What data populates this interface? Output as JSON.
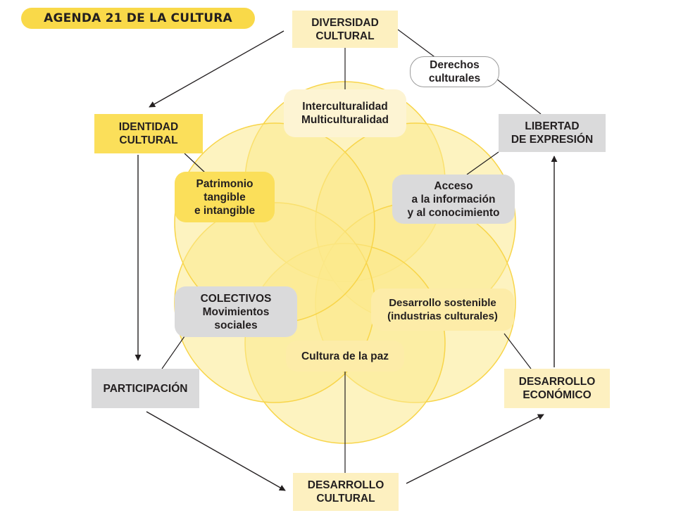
{
  "title": "AGENDA 21 DE LA CULTURA",
  "nodes": {
    "diversidad": "DIVERSIDAD\nCULTURAL",
    "identidad": "IDENTIDAD\nCULTURAL",
    "libertad": "LIBERTAD\nDE EXPRESIÓN",
    "participacion": "PARTICIPACIÓN",
    "desarrollo_economico": "DESARROLLO\nECONÓMICO",
    "desarrollo_cultural": "DESARROLLO\nCULTURAL"
  },
  "pills": {
    "derechos": "Derechos\nculturales",
    "interculturalidad": "Interculturalidad\nMulticulturalidad",
    "patrimonio": "Patrimonio\ntangible\ne intangible",
    "acceso": "Acceso\na la información\ny al conocimiento",
    "colectivos": "COLECTIVOS\nMovimientos\nsociales",
    "sostenible": "Desarrollo sostenible\n(industrias culturales)",
    "paz": "Cultura de la paz"
  },
  "colors": {
    "title_bg": "#f9d949",
    "petal_fill": "#fce98c",
    "petal_stroke": "#f8d54a",
    "box_yellow": "#fbdf5a",
    "box_pale": "#fdf0c0",
    "box_gray": "#dadadb",
    "line": "#231f20"
  }
}
